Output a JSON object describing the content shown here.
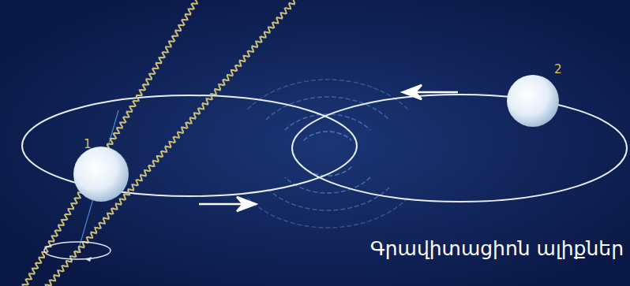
{
  "diagram": {
    "caption": "Գրավիտացիոն ալիքներ",
    "labels": [
      "1",
      "2"
    ]
  }
}
